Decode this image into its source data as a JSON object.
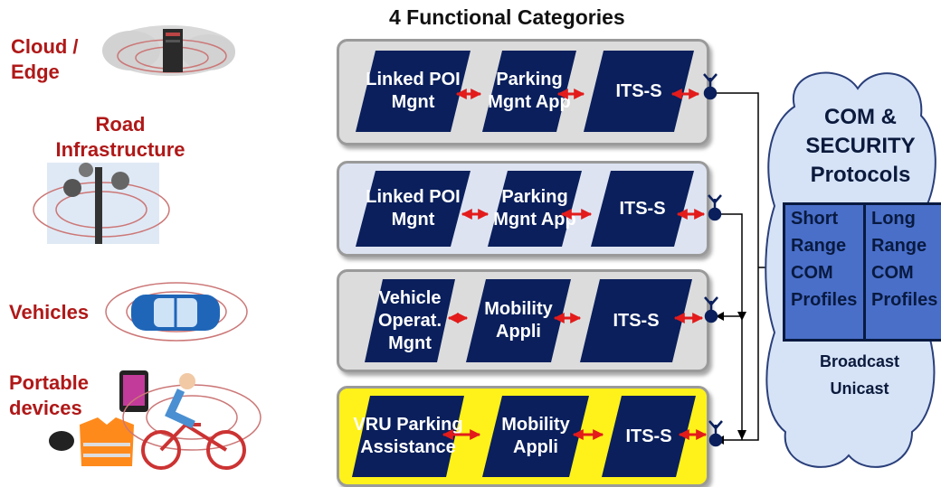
{
  "title": "4 Functional Categories",
  "left_labels": {
    "cloud": "Cloud / Edge",
    "road_line1": "Road",
    "road_line2": "Infrastructure",
    "vehicles": "Vehicles",
    "portable": "Portable devices"
  },
  "rows": [
    {
      "box1": "Linked POI Mgnt",
      "box2": "Parking Mgnt App",
      "box3": "ITS-S"
    },
    {
      "box1": "Linked POI Mgnt",
      "box2": "Parking Mgnt App",
      "box3": "ITS-S"
    },
    {
      "box1": "Vehicle Operat. Mgnt",
      "box2": "Mobility Appli",
      "box3": "ITS-S"
    },
    {
      "box1": "VRU Parking Assistance",
      "box2": "Mobility Appli",
      "box3": "ITS-S"
    }
  ],
  "cloud": {
    "heading": "COM & SECURITY Protocols",
    "short_range": "Short Range COM Profiles",
    "long_range": "Long Range COM Profiles",
    "broadcast": "Broadcast",
    "unicast": "Unicast"
  },
  "colors": {
    "box_fill": "#0a1f5c",
    "label_red": "#b01818",
    "row_fill_1": "#dcdcdc",
    "row_fill_2": "#dde3f1",
    "row_fill_3": "#dcdcdc",
    "row_fill_4": "#fff21a",
    "cloud_fill": "#d6e3f7",
    "proto_fill": "#4a6fc9",
    "arrow_red": "#e31b1b"
  }
}
